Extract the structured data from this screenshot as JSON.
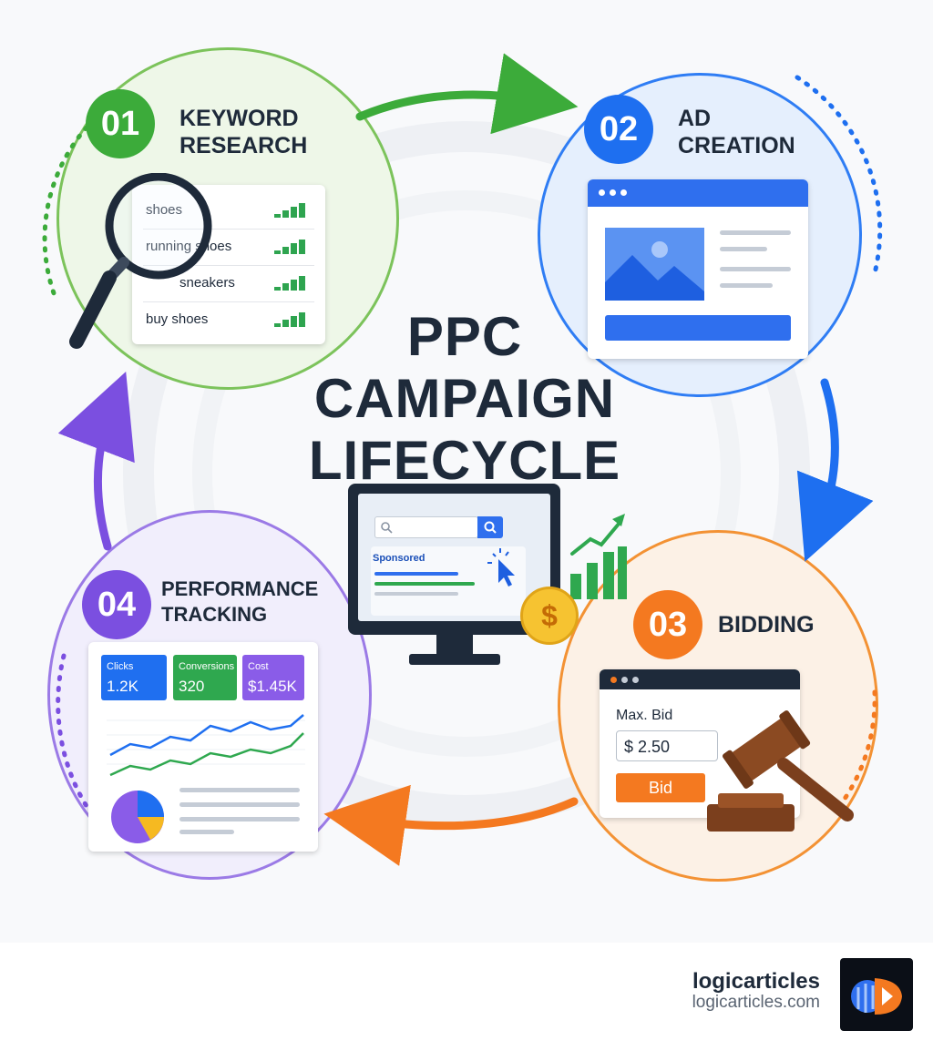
{
  "title": {
    "line1": "PPC",
    "line2": "CAMPAIGN",
    "line3": "LIFECYCLE"
  },
  "stages": [
    {
      "number": "01",
      "title": "KEYWORD\nRESEARCH",
      "color": "#3cab3a"
    },
    {
      "number": "02",
      "title": "AD\nCREATION",
      "color": "#1e6ff0"
    },
    {
      "number": "03",
      "title": "BIDDING",
      "color": "#f47920"
    },
    {
      "number": "04",
      "title": "PERFORMANCE\nTRACKING",
      "color": "#7b4fe0"
    }
  ],
  "keywords": [
    "shoes",
    "running shoes",
    "sneakers",
    "buy shoes"
  ],
  "monitor": {
    "sponsored": "Sponsored"
  },
  "coin_symbol": "$",
  "bidding": {
    "label": "Max. Bid",
    "value": "$ 2.50",
    "button": "Bid"
  },
  "performance": {
    "tiles": [
      {
        "label": "Clicks",
        "value": "1.2K",
        "color": "#1f6ff0"
      },
      {
        "label": "Conversions",
        "value": "320",
        "color": "#2fa84f"
      },
      {
        "label": "Cost",
        "value": "$1.45K",
        "color": "#8a5ce8"
      }
    ]
  },
  "brand": {
    "name": "logicarticles",
    "url": "logicarticles.com"
  }
}
